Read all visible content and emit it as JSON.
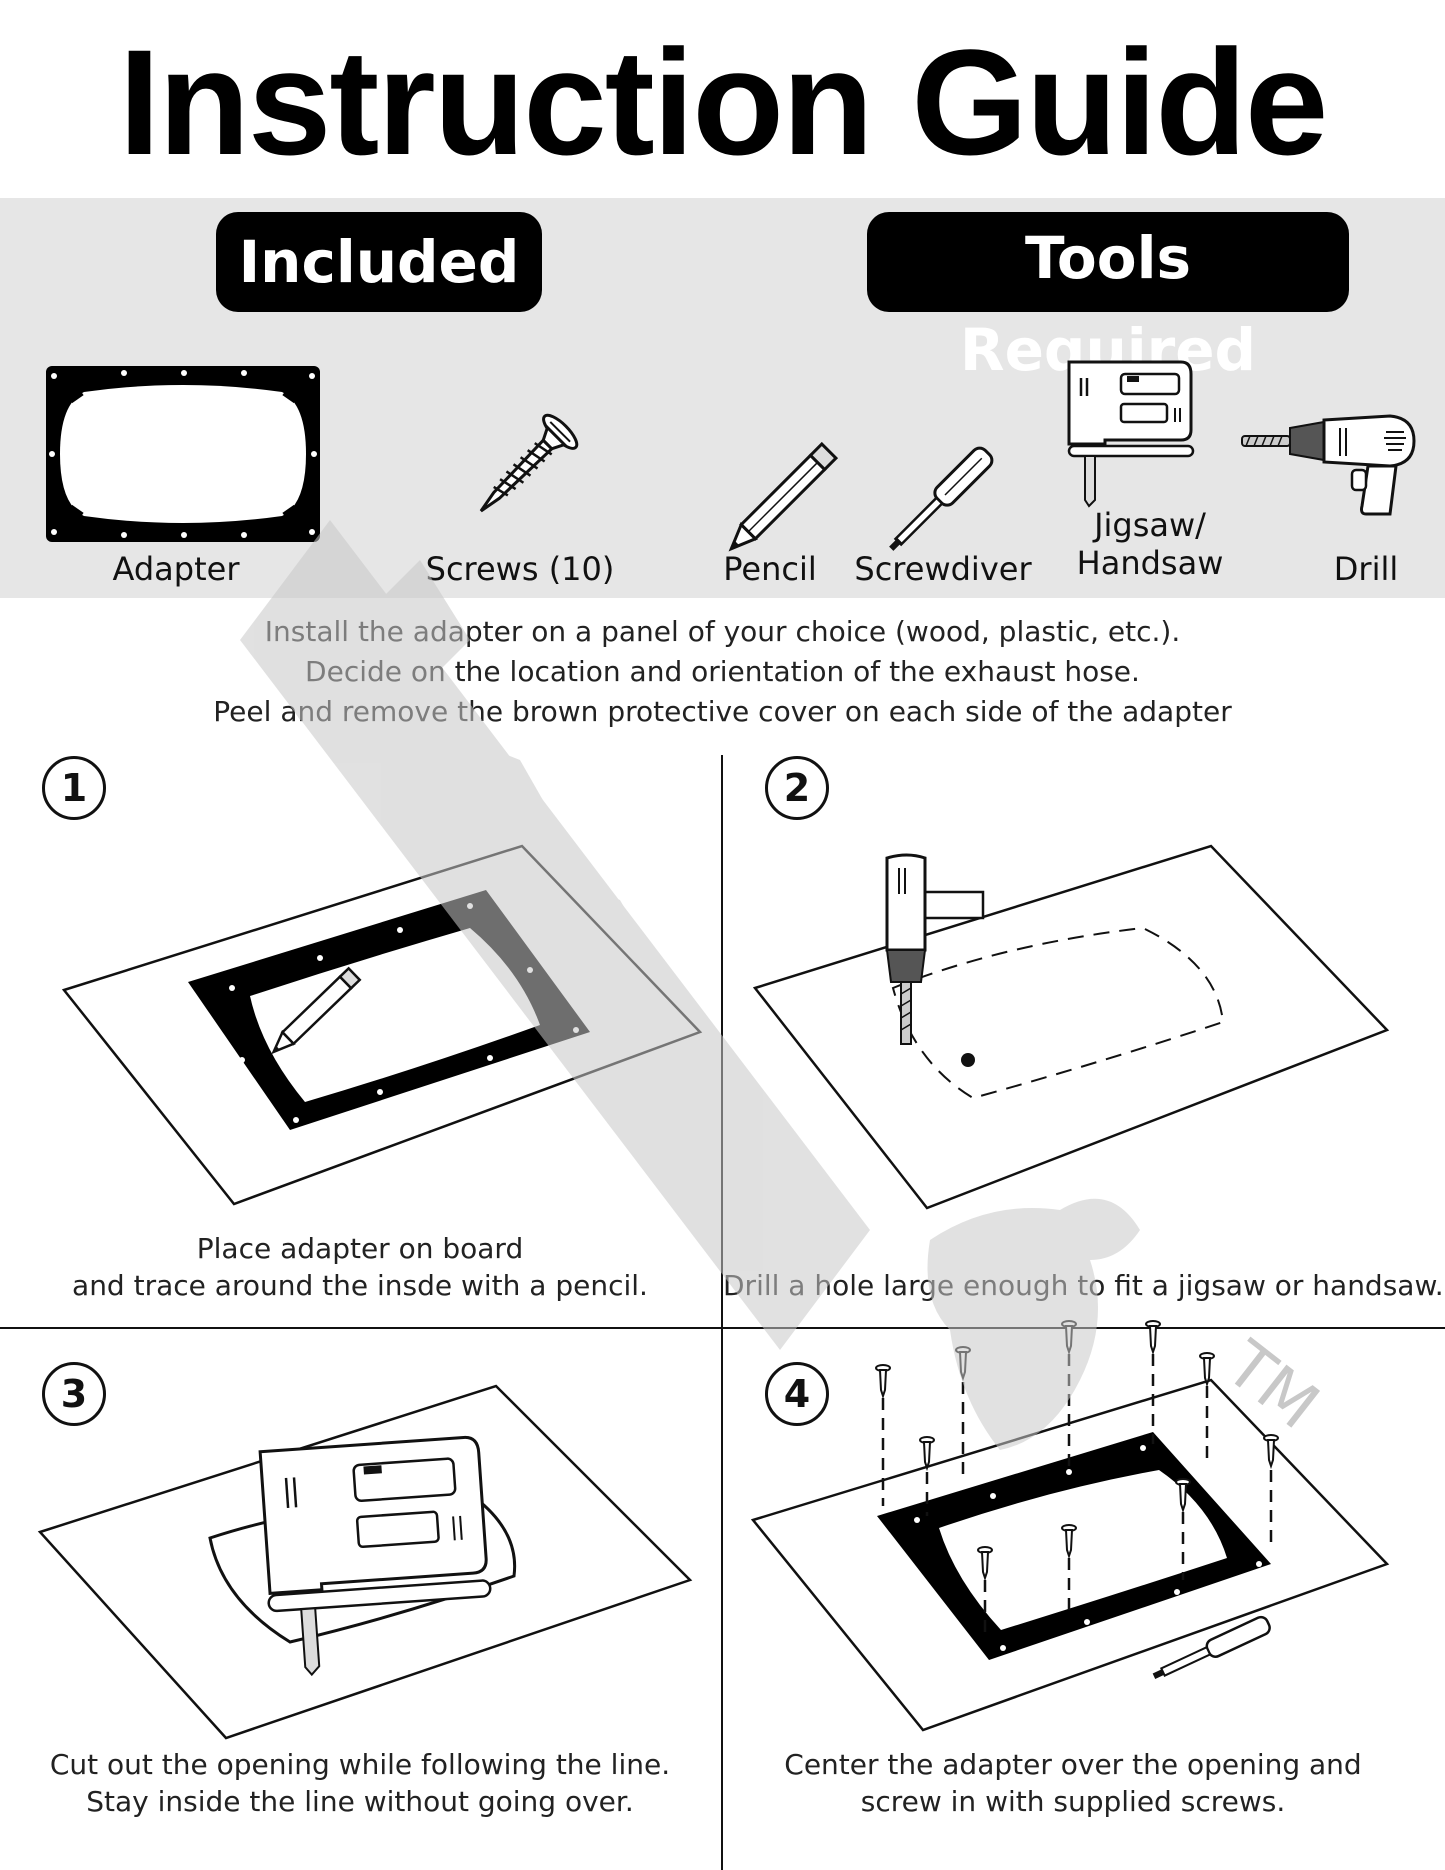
{
  "title": "Instruction Guide",
  "sections": {
    "included": "Included",
    "tools_required": "Tools Required"
  },
  "items": [
    {
      "label": "Adapter",
      "icon": "adapter-icon"
    },
    {
      "label": "Screws (10)",
      "icon": "screw-icon"
    },
    {
      "label": "Pencil",
      "icon": "pencil-icon"
    },
    {
      "label": "Screwdiver",
      "icon": "screwdriver-icon"
    },
    {
      "label_line1": "Jigsaw/",
      "label_line2": "Handsaw",
      "icon": "jigsaw-icon"
    },
    {
      "label": "Drill",
      "icon": "drill-icon"
    }
  ],
  "intro": [
    "Install the adapter on a panel of your choice (wood, plastic, etc.).",
    "Decide on the location and orientation of the exhaust hose.",
    "Peel and remove the brown protective cover on each side of the adapter"
  ],
  "steps": [
    {
      "number": "1",
      "caption": [
        "Place adapter on board",
        "and trace around the insde with a pencil."
      ]
    },
    {
      "number": "2",
      "caption": [
        "Drill a hole large enough to fit a jigsaw or handsaw."
      ]
    },
    {
      "number": "3",
      "caption": [
        "Cut out the opening while following the line.",
        "Stay inside the line without going over."
      ]
    },
    {
      "number": "4",
      "caption": [
        "Center the adapter over the opening and",
        "screw in with supplied screws."
      ]
    }
  ],
  "watermark": {
    "trademark": "TM"
  },
  "colors": {
    "band": "#e6e6e6",
    "ink": "#111111",
    "watermark": "#c8c8c8"
  }
}
